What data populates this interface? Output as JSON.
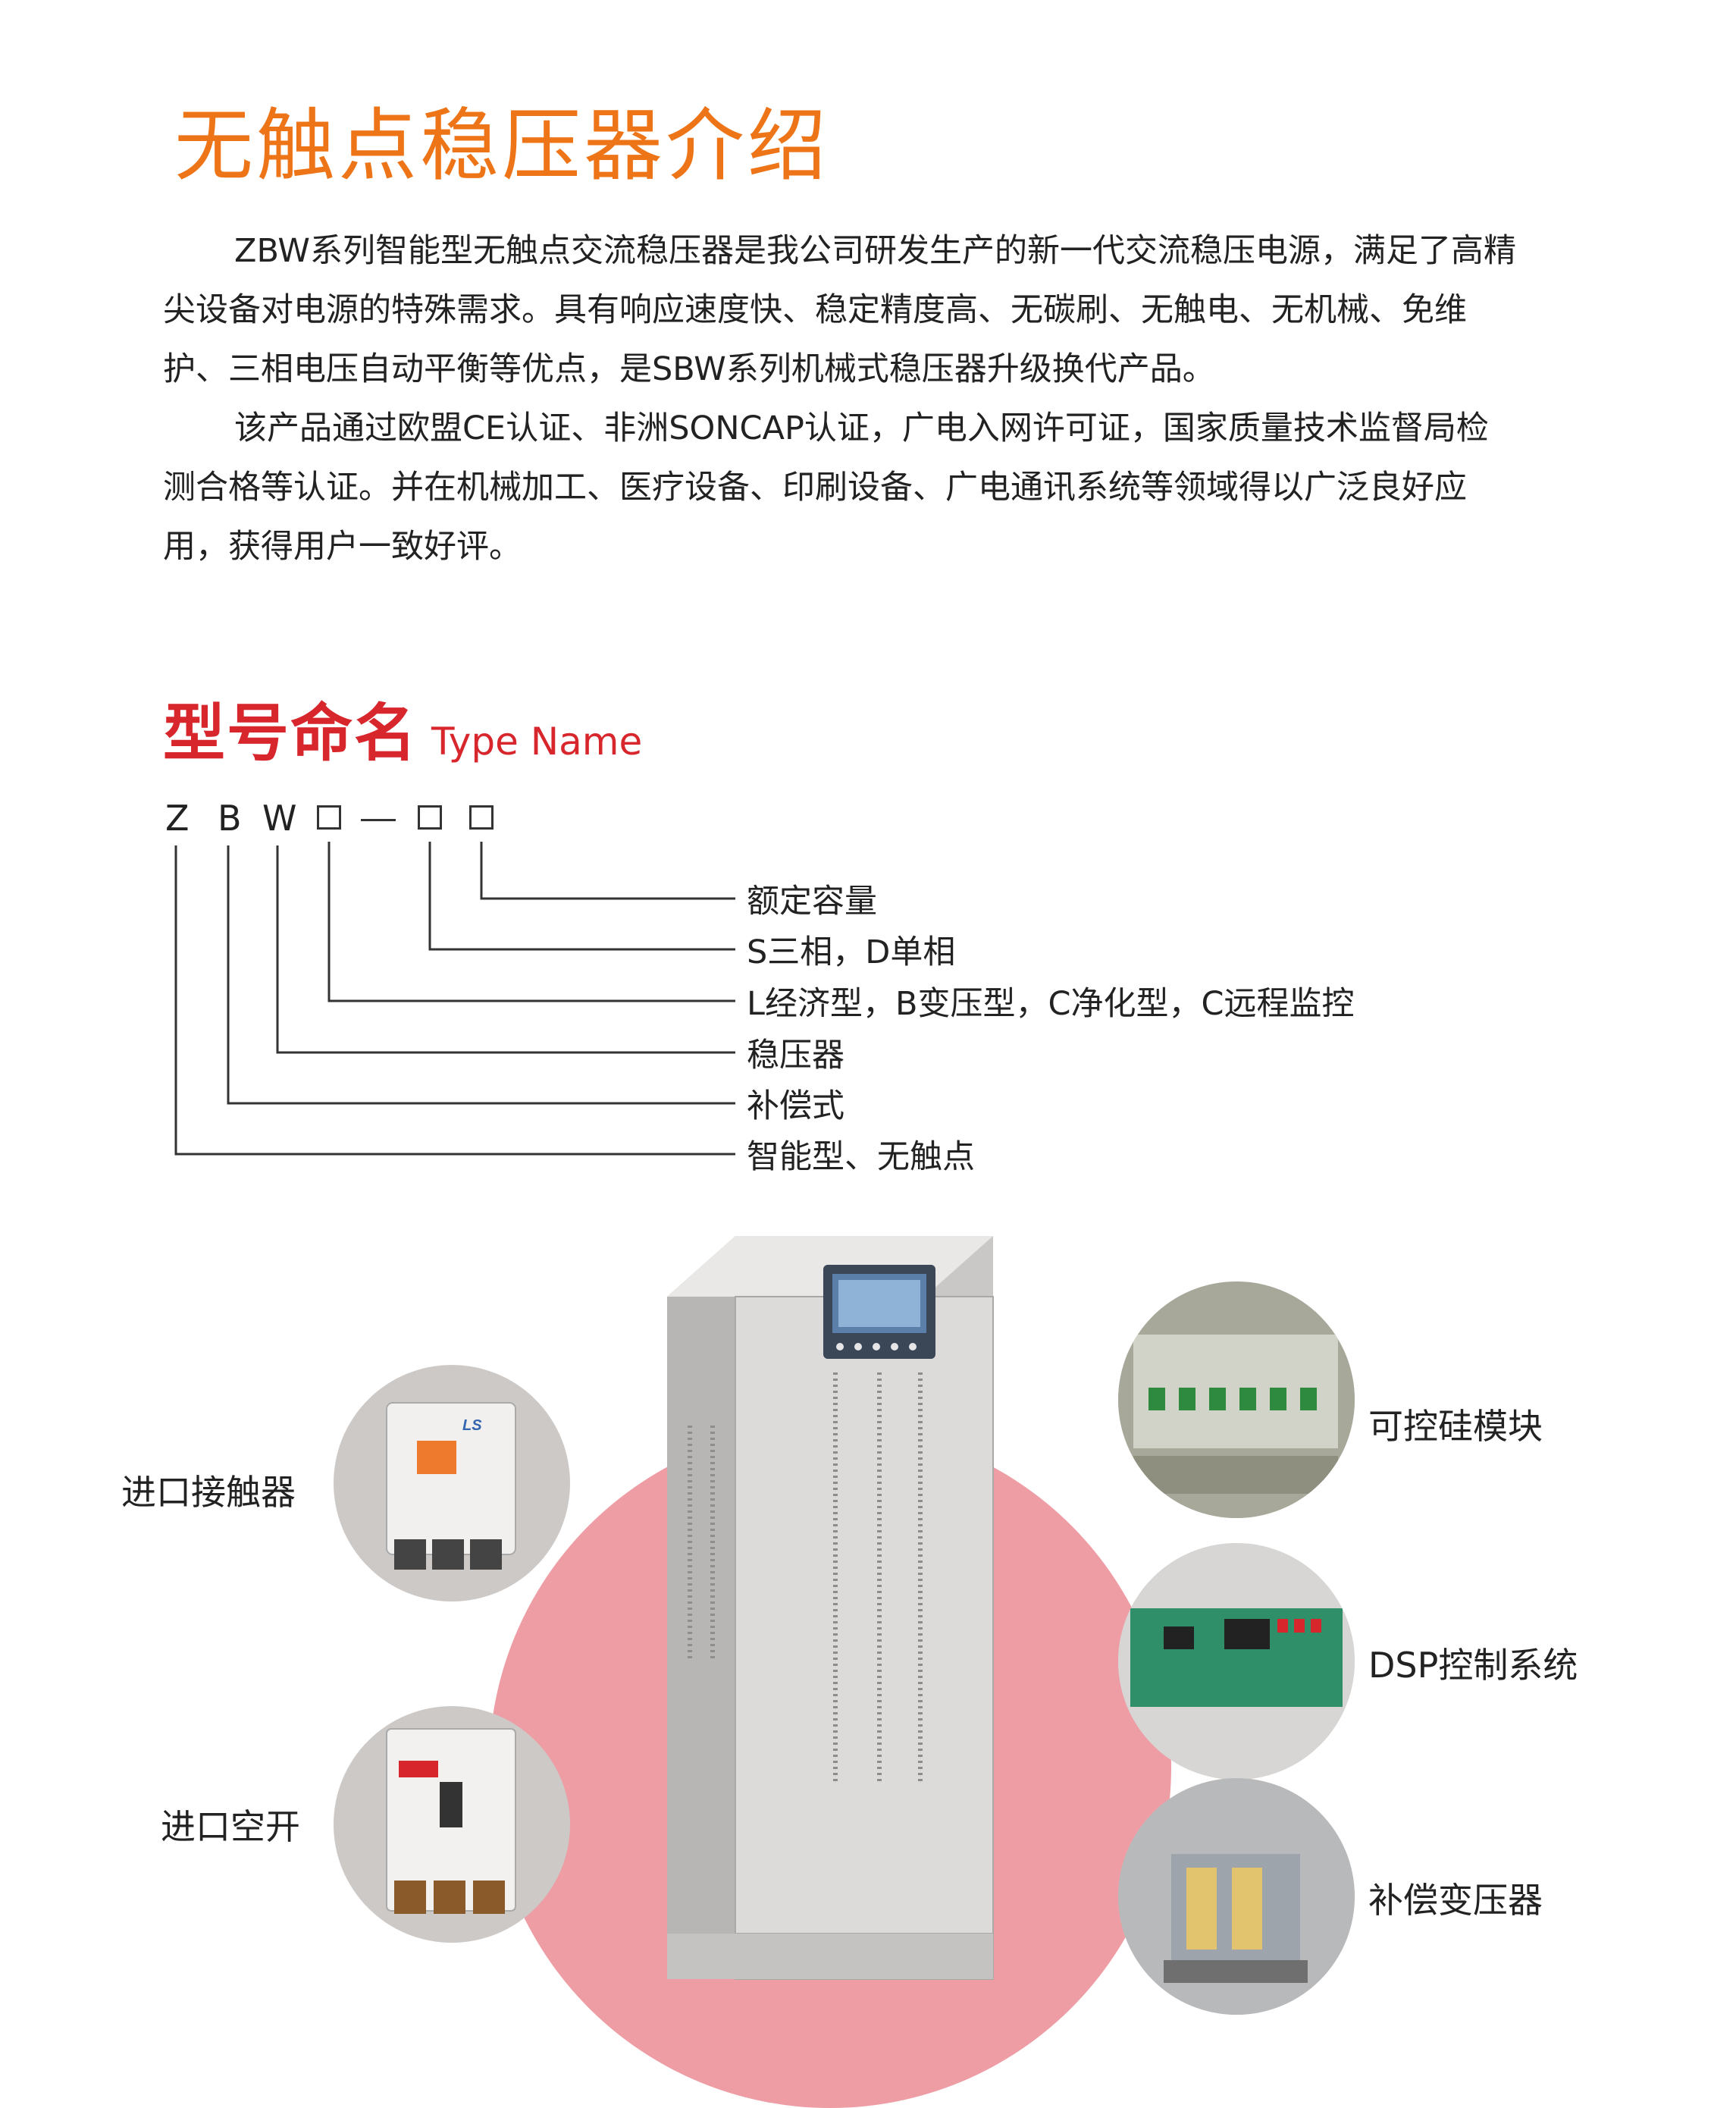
{
  "title": "无触点稳压器介绍",
  "intro": {
    "p1": "ZBW系列智能型无触点交流稳压器是我公司研发生产的新一代交流稳压电源，满足了高精尖设备对电源的特殊需求。具有响应速度快、稳定精度高、无碳刷、无触电、无机械、免维护、三相电压自动平衡等优点，是SBW系列机械式稳压器升级换代产品。",
    "p2": "该产品通过欧盟CE认证、非洲SONCAP认证，广电入网许可证，国家质量技术监督局检测合格等认证。并在机械加工、医疗设备、印刷设备、广电通讯系统等领域得以广泛良好应用，获得用户一致好评。"
  },
  "type_name": {
    "title_cn": "型号命名",
    "title_en": "Type Name",
    "code": [
      "Z",
      "B",
      "W"
    ],
    "labels": [
      "额定容量",
      "S三相，D单相",
      "L经济型，B变压型，C净化型，C远程监控",
      "稳压器",
      "补偿式",
      "智能型、无触点"
    ]
  },
  "components": {
    "contactor": "进口接触器",
    "breaker": "进口空开",
    "scr": "可控硅模块",
    "dsp": "DSP控制系统",
    "transformer": "补偿变压器"
  },
  "contactor_brand": "LS",
  "colors": {
    "title": "#ee7418",
    "accent": "#d8262d",
    "circle": "#ee9da4"
  }
}
